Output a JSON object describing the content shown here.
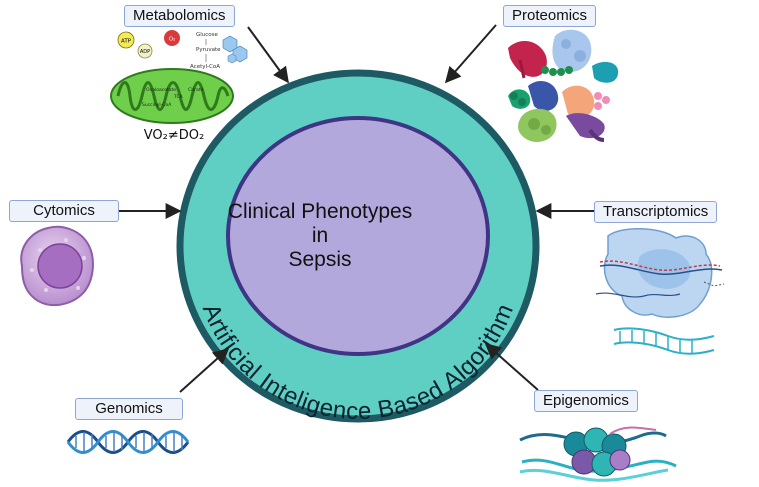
{
  "center": {
    "line1": "Clinical Phenotypes",
    "line2": "in",
    "line3": "Sepsis"
  },
  "ring_text": "Artificial Inteligence Based Algorithm",
  "labels": {
    "metabolomics": "Metabolomics",
    "proteomics": "Proteomics",
    "cytomics": "Cytomics",
    "transcriptomics": "Transcriptomics",
    "genomics": "Genomics",
    "epigenomics": "Epigenomics"
  },
  "metabolomics_figure": {
    "atp": "ATP",
    "adp": "ADP",
    "o2": "O₂",
    "glucose": "Glucose",
    "pyruvate": "Pyruvate",
    "acetyl_coa": "Acetyl-CoA",
    "oxaloacetate": "Oxaloacetate",
    "citrate": "Citrate",
    "tca": "TCA",
    "succinyl": "Succinyl-CoA",
    "equation": "VO₂≠DO₂"
  },
  "colors": {
    "ring": "#5fcfc4",
    "ring_stroke": "#1e5a63",
    "core": "#b3a8dc",
    "core_stroke": "#3e3585",
    "label_bg": "#eef2fb",
    "label_border": "#8ea6d6"
  }
}
